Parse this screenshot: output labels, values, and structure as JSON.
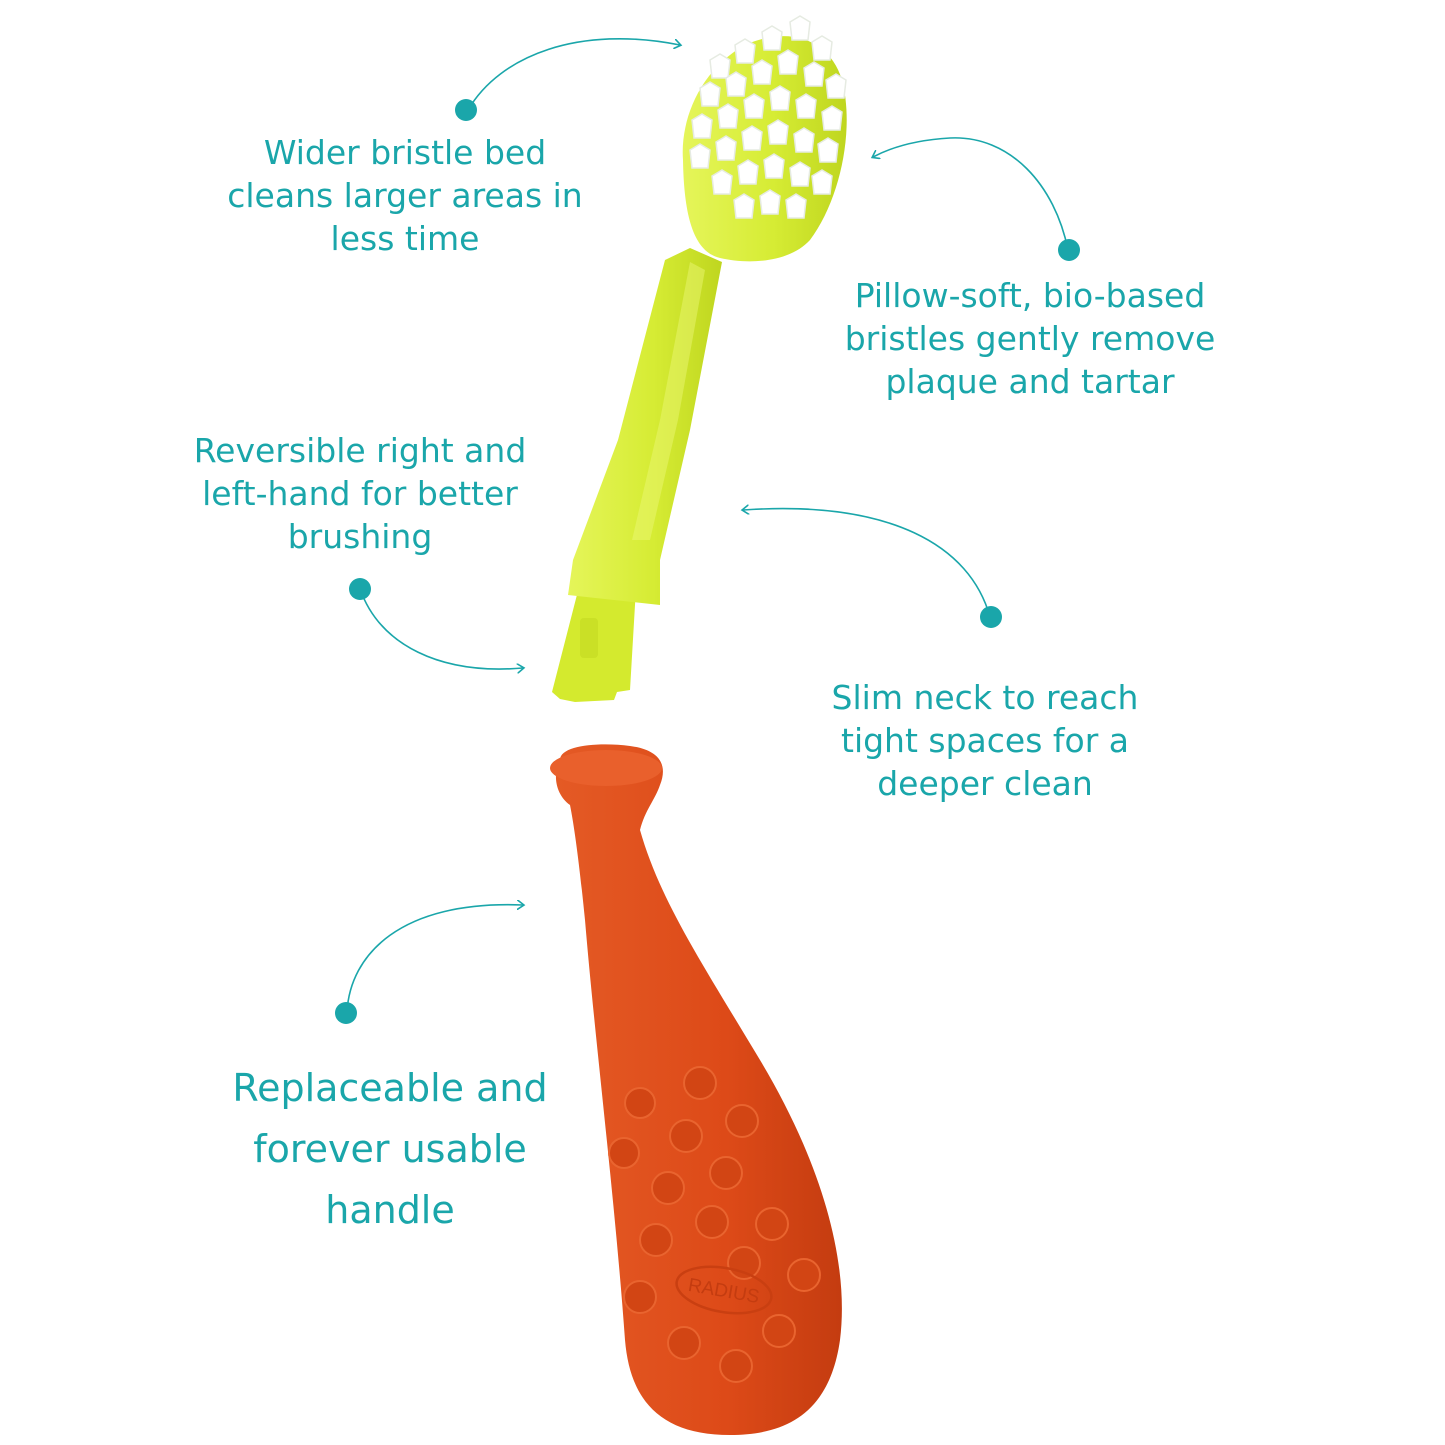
{
  "colors": {
    "text": "#1aa6aa",
    "connector": "#1aa6aa",
    "brush_head": "#d9ef3a",
    "bristles": "#ffffff",
    "handle": "#e04d1c"
  },
  "product": {
    "handle_brand": "RADIUS"
  },
  "callouts": {
    "bristle_bed": {
      "lines": [
        "Wider bristle bed",
        "cleans larger areas in",
        "less time"
      ]
    },
    "soft_bristles": {
      "lines": [
        "Pillow-soft, bio-based",
        "bristles gently remove",
        "plaque and tartar"
      ]
    },
    "reversible": {
      "lines": [
        "Reversible right and",
        "left-hand for better",
        "brushing"
      ]
    },
    "slim_neck": {
      "lines": [
        "Slim neck to reach",
        "tight spaces for a",
        "deeper clean"
      ]
    },
    "handle": {
      "lines": [
        "Replaceable and",
        "forever usable",
        "handle"
      ]
    }
  }
}
